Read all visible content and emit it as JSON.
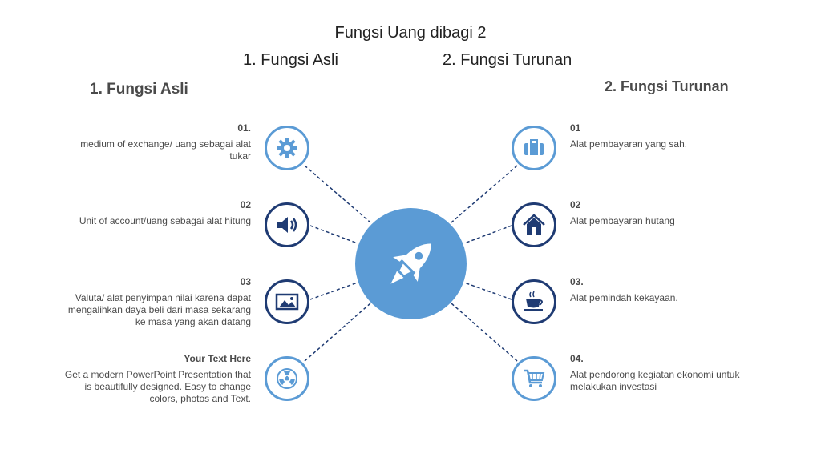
{
  "header": {
    "title": "Fungsi Uang dibagi 2",
    "sub_1": "1.  Fungsi Asli",
    "sub_2": "2. Fungsi Turunan"
  },
  "left": {
    "heading": "1. Fungsi Asli",
    "items": [
      {
        "num": "01.",
        "text": "medium of exchange/ uang sebagai alat tukar",
        "icon": "gear-icon"
      },
      {
        "num": "02",
        "text": "Unit of account/uang sebagai alat hitung",
        "icon": "speaker-icon"
      },
      {
        "num": "03",
        "text": "Valuta/ alat penyimpan nilai karena dapat mengalihkan daya beli dari masa sekarang ke masa yang akan datang",
        "icon": "picture-icon"
      },
      {
        "num": "Your Text Here",
        "text": "Get a modern PowerPoint  Presentation that is beautifully designed. Easy to change colors, photos and Text.",
        "icon": "radiation-icon"
      }
    ]
  },
  "right": {
    "heading": "2. Fungsi Turunan",
    "items": [
      {
        "num": "01",
        "text": "Alat pembayaran yang sah.",
        "icon": "briefcase-icon"
      },
      {
        "num": "02",
        "text": "Alat pembayaran hutang",
        "icon": "home-icon"
      },
      {
        "num": "03.",
        "text": "Alat pemindah kekayaan.",
        "icon": "coffee-icon"
      },
      {
        "num": "04.",
        "text": "Alat pendorong kegiatan ekonomi untuk melakukan investasi",
        "icon": "cart-icon"
      }
    ]
  },
  "center": {
    "icon": "rocket-icon"
  },
  "colors": {
    "light_blue": "#5b9bd5",
    "dark_navy": "#1f3b73",
    "connector": "#1f3b73"
  }
}
